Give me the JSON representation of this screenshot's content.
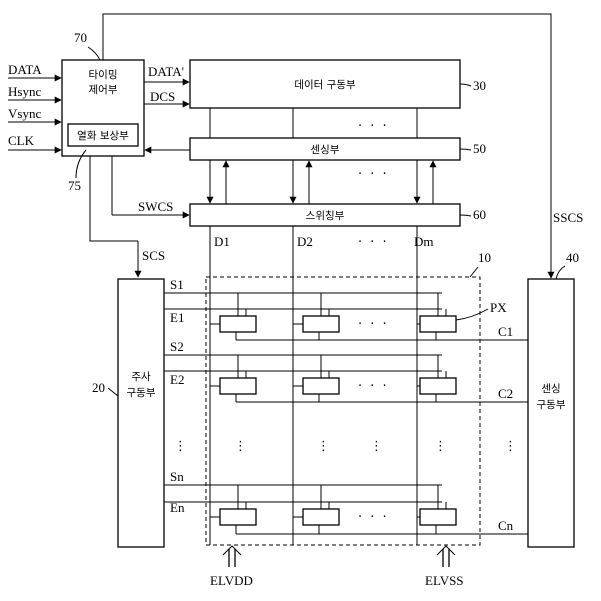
{
  "blocks": {
    "timing_controller": {
      "ref": "70",
      "label_line1": "타이밍",
      "label_line2": "제어부"
    },
    "compensation": {
      "ref": "75",
      "label": "열화 보상부"
    },
    "data_driver": {
      "ref": "30",
      "label": "데이터 구동부"
    },
    "sensing_unit": {
      "ref": "50",
      "label": "센싱부"
    },
    "switching_unit": {
      "ref": "60",
      "label": "스위칭부"
    },
    "scan_driver": {
      "ref": "20",
      "label_line1": "주사",
      "label_line2": "구동부"
    },
    "sensing_driver": {
      "ref": "40",
      "label_line1": "센싱",
      "label_line2": "구동부"
    },
    "panel": {
      "ref": "10"
    }
  },
  "signals": {
    "inputs": [
      "DATA",
      "Hsync",
      "Vsync",
      "CLK"
    ],
    "data_prime": "DATA'",
    "dcs": "DCS",
    "swcs": "SWCS",
    "scs": "SCS",
    "sscs": "SSCS",
    "data_lines": [
      "D1",
      "D2",
      "Dm"
    ],
    "scan_lines": [
      "S1",
      "S2",
      "Sn"
    ],
    "emission_lines": [
      "E1",
      "E2",
      "En"
    ],
    "sense_lines": [
      "C1",
      "C2",
      "Cn"
    ],
    "pixel": "PX",
    "elvdd": "ELVDD",
    "elvss": "ELVSS"
  },
  "ellipsis": {
    "horizontal": "· · ·",
    "vertical": "⋮"
  }
}
